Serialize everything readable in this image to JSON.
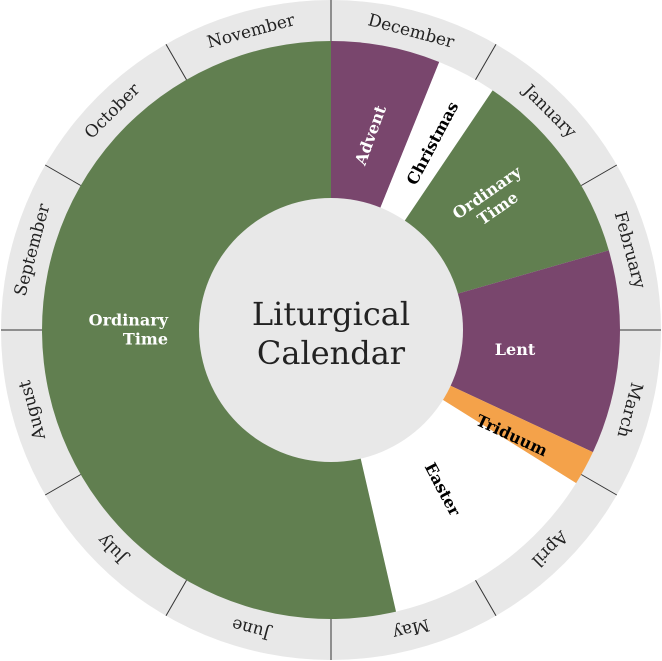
{
  "title": {
    "line1": "Liturgical",
    "line2": "Calendar"
  },
  "colors": {
    "ring": "#e8e8e8",
    "center": "#e8e8e8",
    "divider": "#333333",
    "green": "#617f50",
    "purple": "#79466d",
    "orange": "#f4a24a",
    "white": "#ffffff"
  },
  "months": [
    "December",
    "January",
    "February",
    "March",
    "April",
    "May",
    "June",
    "July",
    "August",
    "September",
    "October",
    "November"
  ],
  "seasons": [
    {
      "name": "Advent",
      "lines": [
        "Advent"
      ],
      "start_deg": 0,
      "end_deg": 22,
      "color": "#79466d",
      "text_color": "#ffffff"
    },
    {
      "name": "Christmas",
      "lines": [
        "Christmas"
      ],
      "start_deg": 22,
      "end_deg": 34,
      "color": "#ffffff",
      "text_color": "#000000"
    },
    {
      "name": "Ordinary Time",
      "lines": [
        "Ordinary",
        "Time"
      ],
      "start_deg": 34,
      "end_deg": 74,
      "color": "#617f50",
      "text_color": "#ffffff"
    },
    {
      "name": "Lent",
      "lines": [
        "Lent"
      ],
      "start_deg": 74,
      "end_deg": 115,
      "color": "#79466d",
      "text_color": "#ffffff"
    },
    {
      "name": "Triduum",
      "lines": [
        "Triduum"
      ],
      "start_deg": 115,
      "end_deg": 122,
      "color": "#f4a24a",
      "text_color": "#000000"
    },
    {
      "name": "Easter",
      "lines": [
        "Easter"
      ],
      "start_deg": 122,
      "end_deg": 167,
      "color": "#ffffff",
      "text_color": "#000000"
    },
    {
      "name": "Ordinary Time",
      "lines": [
        "Ordinary",
        "Time"
      ],
      "start_deg": 167,
      "end_deg": 360,
      "color": "#617f50",
      "text_color": "#ffffff"
    }
  ]
}
